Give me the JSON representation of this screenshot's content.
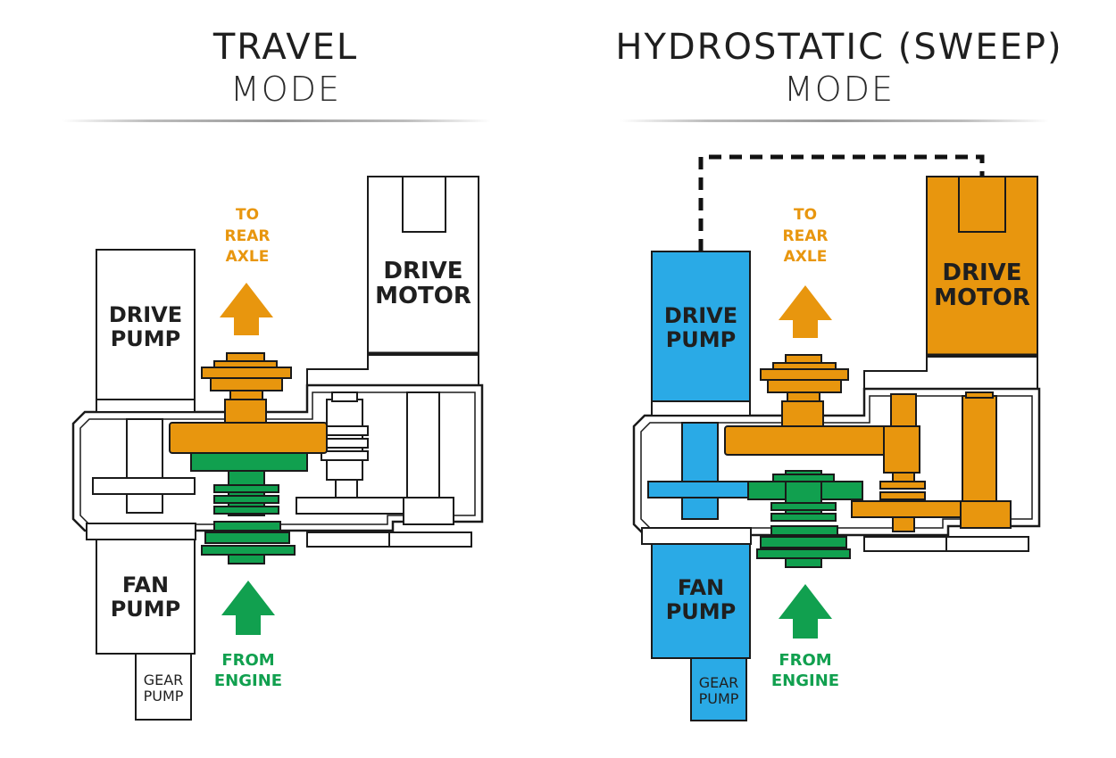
{
  "colors": {
    "orange": "#e8960e",
    "green": "#11a04f",
    "blue": "#2aaae6",
    "outline": "#1a1a1a",
    "white": "#ffffff"
  },
  "left_panel": {
    "title_line1": "TRAVEL",
    "title_line2": "MODE",
    "drive_pump_line1": "DRIVE",
    "drive_pump_line2": "PUMP",
    "drive_motor_line1": "DRIVE",
    "drive_motor_line2": "MOTOR",
    "fan_pump_line1": "FAN",
    "fan_pump_line2": "PUMP",
    "gear_pump_line1": "GEAR",
    "gear_pump_line2": "PUMP",
    "to_rear_axle_line1": "TO",
    "to_rear_axle_line2": "REAR",
    "to_rear_axle_line3": "AXLE",
    "from_engine_line1": "FROM",
    "from_engine_line2": "ENGINE"
  },
  "right_panel": {
    "title_line1": "HYDROSTATIC (SWEEP)",
    "title_line2": "MODE",
    "drive_pump_line1": "DRIVE",
    "drive_pump_line2": "PUMP",
    "drive_motor_line1": "DRIVE",
    "drive_motor_line2": "MOTOR",
    "fan_pump_line1": "FAN",
    "fan_pump_line2": "PUMP",
    "gear_pump_line1": "GEAR",
    "gear_pump_line2": "PUMP",
    "to_rear_axle_line1": "TO",
    "to_rear_axle_line2": "REAR",
    "to_rear_axle_line3": "AXLE",
    "from_engine_line1": "FROM",
    "from_engine_line2": "ENGINE"
  }
}
